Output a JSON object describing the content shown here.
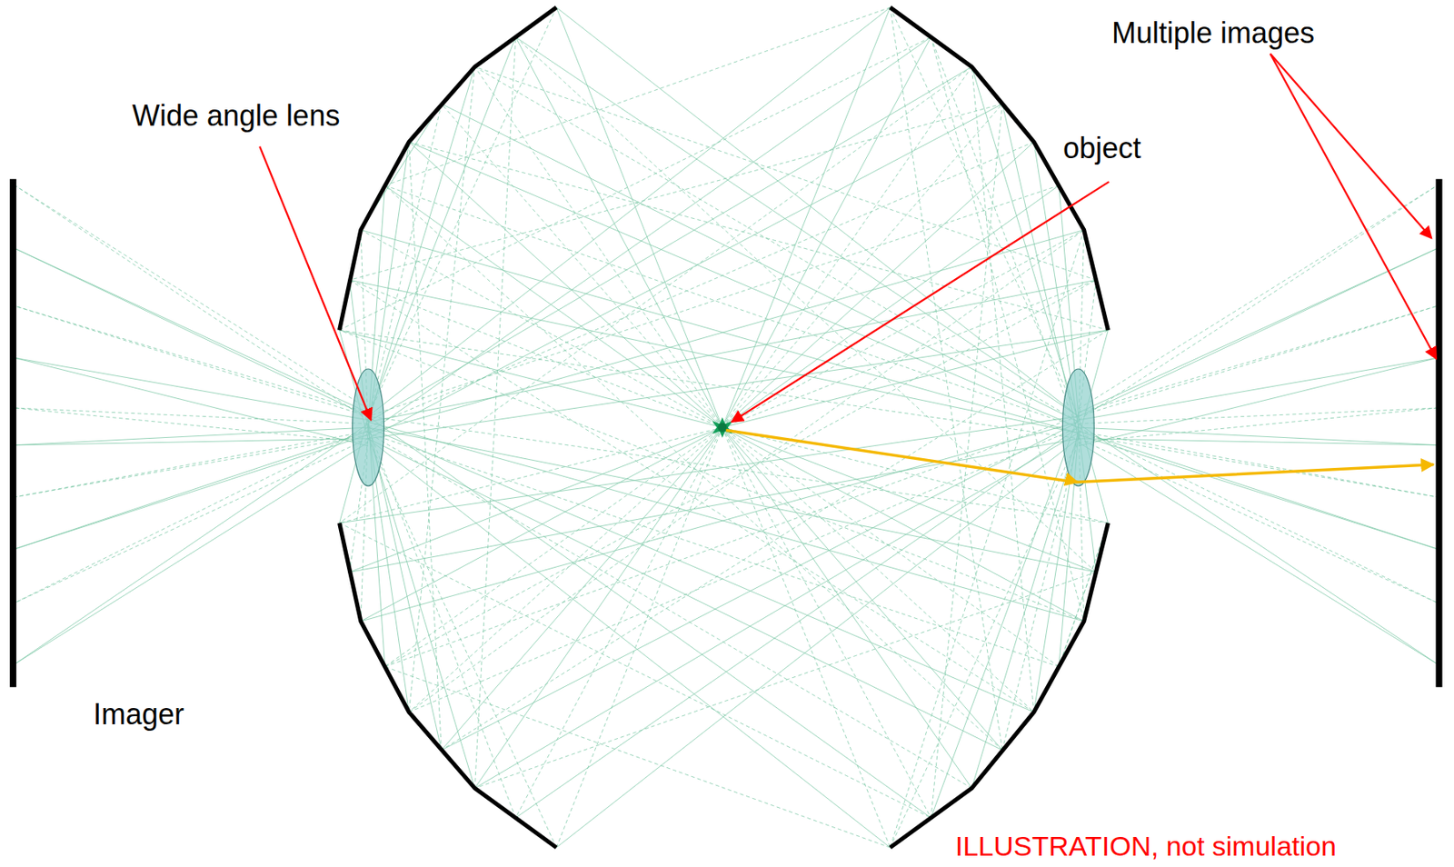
{
  "diagram": {
    "labels": [
      "Multiple images",
      "Wide angle lens",
      "object",
      "Imager",
      "ILLUSTRATION, not simulation"
    ]
  }
}
